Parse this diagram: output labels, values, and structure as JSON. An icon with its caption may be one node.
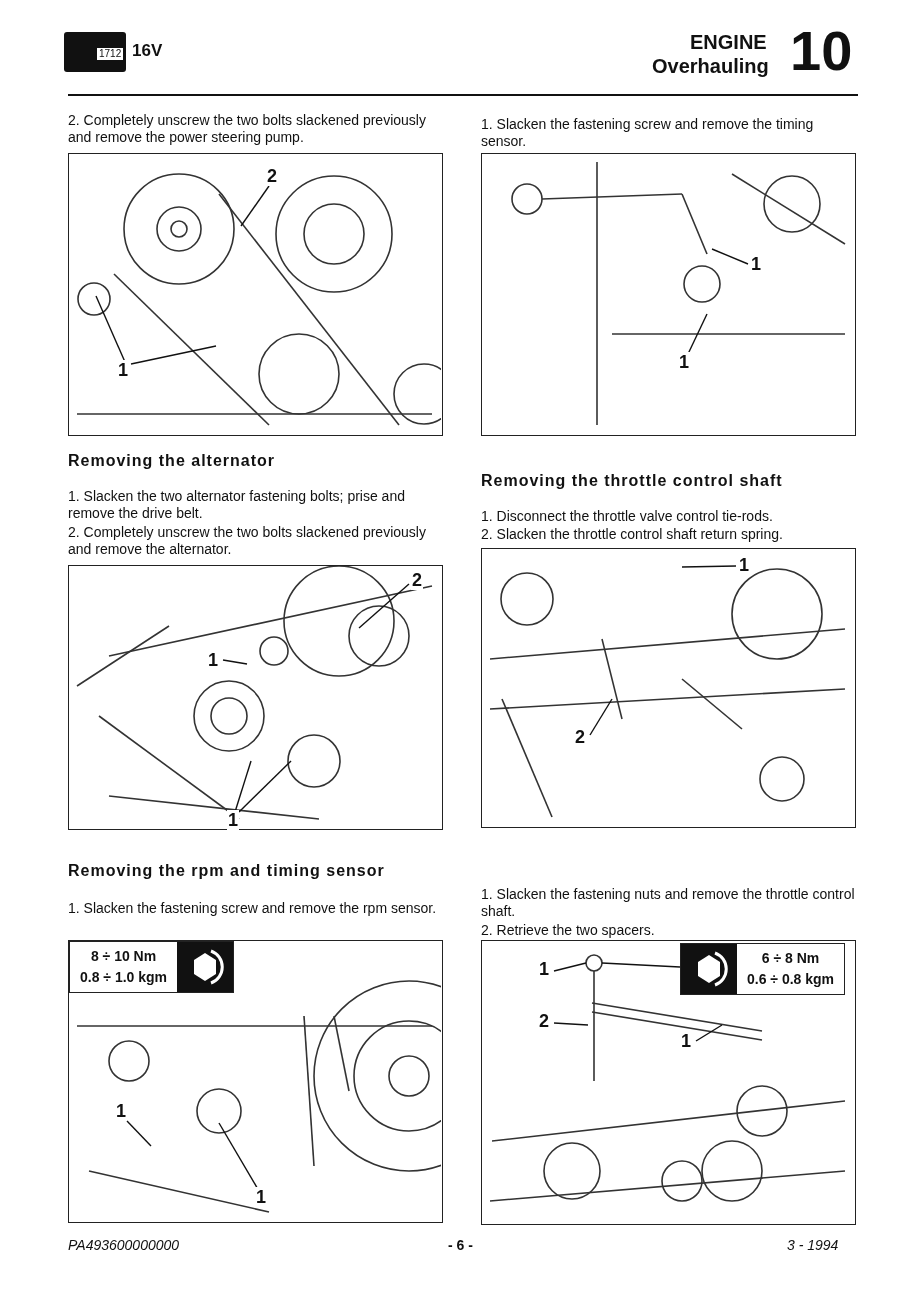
{
  "diagram": {
    "nodes": [
      {
        "text": [],
        "shape": "picture"
      },
      {
        "text": [
          "2"
        ],
        "in": 0
      },
      {
        "text": [
          "1"
        ],
        "in": 0
      },
      {
        "text": [],
        "shape": "picture"
      },
      {
        "text": [
          "2"
        ],
        "in": 3
      },
      {
        "text": [
          "1"
        ],
        "in": 3
      },
      {
        "text": [
          "1"
        ],
        "in": 3
      },
      {
        "text": [],
        "shape": "picture"
      },
      {
        "text": [
          "8 ÷ 10 Nm",
          "0.8 ÷ 1.0 kgm"
        ],
        "in": 7
      },
      {
        "text": [
          "1"
        ],
        "in": 7
      },
      {
        "text": [
          "1"
        ],
        "in": 7
      },
      {
        "text": [],
        "shape": "picture"
      },
      {
        "text": [
          "1"
        ],
        "in": 11
      },
      {
        "text": [
          "1"
        ],
        "in": 11
      },
      {
        "text": [],
        "shape": "picture"
      },
      {
        "text": [
          "1"
        ],
        "in": 14
      },
      {
        "text": [
          "2"
        ],
        "in": 14
      },
      {
        "text": [],
        "shape": "picture"
      },
      {
        "text": [
          "6 ÷ 8 Nm",
          "0.6 ÷ 0.8 kgm"
        ],
        "in": 17
      },
      {
        "text": [
          "1"
        ],
        "in": 17
      },
      {
        "text": [
          "2"
        ],
        "in": 17
      },
      {
        "text": [
          "1"
        ],
        "in": 17
      }
    ],
    "edges": [
      {
        "from": 1,
        "to": null,
        "arrow": "none"
      },
      {
        "from": 2,
        "to": null,
        "arrow": "none"
      },
      {
        "from": 2,
        "to": null,
        "arrow": "none"
      },
      {
        "from": 4,
        "to": null,
        "arrow": "none"
      },
      {
        "from": 5,
        "to": null,
        "arrow": "none"
      },
      {
        "from": 6,
        "to": null,
        "arrow": "none"
      },
      {
        "from": 6,
        "to": null,
        "arrow": "none"
      },
      {
        "from": 9,
        "to": null,
        "arrow": "none"
      },
      {
        "from": 10,
        "to": null,
        "arrow": "none"
      },
      {
        "from": 12,
        "to": null,
        "arrow": "none"
      },
      {
        "from": 13,
        "to": null,
        "arrow": "none"
      },
      {
        "from": 15,
        "to": null,
        "arrow": "none"
      },
      {
        "from": 16,
        "to": null,
        "arrow": "none"
      },
      {
        "from": 18,
        "to": null,
        "arrow": "none"
      },
      {
        "from": 19,
        "to": null,
        "arrow": "none"
      },
      {
        "from": 20,
        "to": null,
        "arrow": "none"
      },
      {
        "from": 21,
        "to": null,
        "arrow": "none"
      }
    ],
    "labels": [
      "1712",
      "16V",
      "ENGINE",
      "Overhauling",
      "10",
      "2. Completely unscrew the two bolts slackened previously and remove the power steering pump.",
      "1. Slacken the fastening screw and remove the timing sensor.",
      "Removing the alternator",
      "Removing the throttle control shaft",
      "1. Slacken the two alternator fastening bolts; prise and remove the drive belt.",
      "1. Disconnect the throttle valve control tie-rods.",
      "2. Completely unscrew the two bolts slackened previously and remove the alternator.",
      "2. Slacken the throttle control shaft return spring.",
      "Removing the rpm and timing sensor",
      "1. Slacken the fastening nuts and remove the throttle control shaft.",
      "1. Slacken the fastening screw and remove the rpm sensor.",
      "2. Retrieve the two spacers.",
      "PA493600000000",
      "- 6 -",
      "3 - 1994"
    ]
  }
}
